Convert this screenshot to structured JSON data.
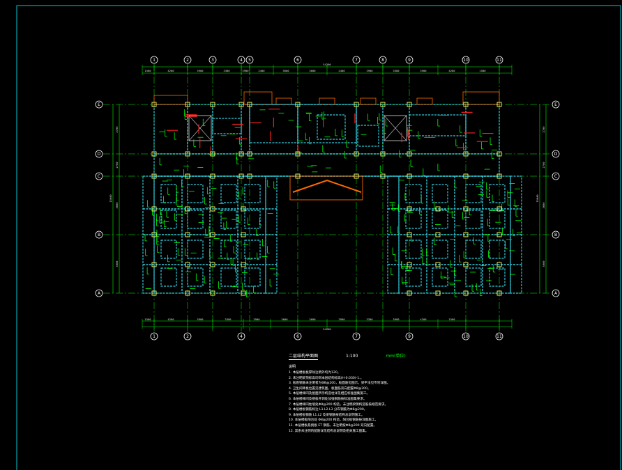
{
  "drawing": {
    "title": "二层结构平面图",
    "scale": "1:100",
    "unit_note": "mm(单位)",
    "notes_heading": "说明",
    "notes": [
      "1. 本层楼板板厚除注明外均为120。",
      "2. 未注明梁顶标高均同本层结构标高(H-0.030)-1.。",
      "3. 板底钢筋未注明者为Φ8@200，板面筋见图示，梁平法见专项详图。",
      "4. 卫生间降板位置见建筑图，板面筋双向配置Φ8@200。",
      "5. 本层楼梯间及屋面所示构造柱详见相应标准图集施工。",
      "6. 本层楼梯间及楼板开洞处加强钢筋按标准图集要求。",
      "7. 本层楼梯间柱墙处Φ8@200 构造，未注明梁侧构造筋按规范要求。",
      "8. 本层楼板钢筋标注 L1.L2.L3 分布钢筋为Φ8@200。",
      "9. 本层楼板钢筋 L1.L2 及梁钢筋按结构总说明施工。",
      "10. 本层楼板阳台处 Φ8@200 构造，阳台板钢筋按详图施工。",
      "11. 本层楼板悬挑板 ET 钢筋，未注明按Φ8@200 双向配置。",
      "12. 其余未注明的配筋详见结构总说明及相关施工图集。"
    ]
  },
  "axes": {
    "top": [
      "1",
      "2",
      "3",
      "4",
      "5",
      "6",
      "7",
      "8",
      "9",
      "10",
      "11"
    ],
    "bottom": [
      "1",
      "2",
      "4",
      "6",
      "7",
      "9",
      "10",
      "11"
    ],
    "rows": [
      "E",
      "D",
      "C",
      "B",
      "A"
    ]
  },
  "dimensions": {
    "top_total": "54200",
    "bottom_total": "54200",
    "left_total": "15640",
    "right_total": "15640",
    "top_segments": [
      "1500",
      "4200",
      "3900",
      "3300",
      "3900",
      "2400",
      "3600",
      "3600",
      "2400",
      "3900",
      "3300",
      "3900",
      "4200",
      "1500"
    ],
    "bottom_segments": [
      "1500",
      "4200",
      "3900",
      "3300",
      "3900",
      "3600",
      "3600",
      "3900",
      "3300",
      "3900",
      "4200",
      "1500"
    ],
    "left_segments": [
      "2700",
      "2700",
      "3600",
      "3600"
    ],
    "right_segments": [
      "2700",
      "2700",
      "3600",
      "3600"
    ]
  },
  "colors": {
    "background": "#000000",
    "frame": "#00c8d0",
    "grid": "#00ff00",
    "wall": "#30c8d8",
    "column": "#ffff66",
    "rebar_top": "#ff2020",
    "rebar_bottom": "#00ff00",
    "axis_bubble": "#ffffff",
    "balcony": "#ff6a00",
    "elevator": "#c0c0c0"
  }
}
